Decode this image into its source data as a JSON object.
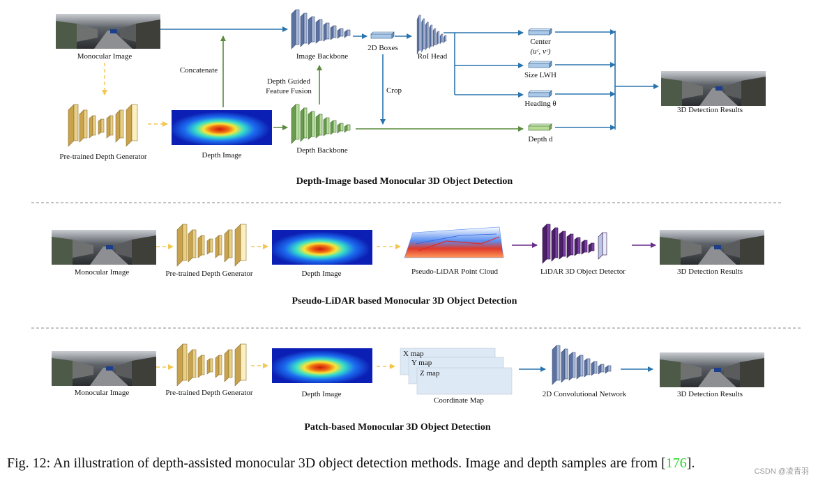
{
  "colors": {
    "blue": "#2a74ae",
    "green": "#5a8a3c",
    "yellow": "#f3c64f",
    "purple": "#6a2c8c",
    "backbone_blue": "#7e93b9",
    "backbone_green": "#8fbf72",
    "generator_gold": "#d6b45f",
    "detector_purple": "#5b2a78",
    "coord_map": "#dde9f4"
  },
  "top": {
    "monocular_image": "Monocular Image",
    "pretrained_depth_generator": "Pre-trained Depth Generator",
    "depth_image": "Depth Image",
    "concatenate": "Concatenate",
    "image_backbone": "Image Backbone",
    "depth_guided_line1": "Depth Guided",
    "depth_guided_line2": "Feature Fusion",
    "depth_backbone": "Depth Backbone",
    "boxes_2d": "2D Boxes",
    "crop": "Crop",
    "roi_head": "RoI Head",
    "center": "Center",
    "center_formula": "(uᶜ, vᶜ)",
    "size": "Size LWH",
    "heading": "Heading θ",
    "depth_d": "Depth d",
    "results": "3D Detection Results",
    "title": "Depth-Image based Monocular 3D Object Detection"
  },
  "middle": {
    "monocular_image": "Monocular Image",
    "pretrained_depth_generator": "Pre-trained Depth Generator",
    "depth_image": "Depth Image",
    "pseudo_lidar": "Pseudo-LiDAR Point Cloud",
    "lidar_detector": "LiDAR 3D Object Detector",
    "results": "3D Detection Results",
    "title": "Pseudo-LiDAR based Monocular 3D Object Detection"
  },
  "bottom": {
    "monocular_image": "Monocular Image",
    "pretrained_depth_generator": "Pre-trained Depth Generator",
    "depth_image": "Depth Image",
    "x_map": "X map",
    "y_map": "Y map",
    "z_map": "Z map",
    "coordinate_map": "Coordinate Map",
    "conv_net": "2D Convolutional Network",
    "results": "3D Detection Results",
    "title": "Patch-based Monocular 3D Object Detection"
  },
  "caption": {
    "text": "Fig. 12: An illustration of depth-assisted monocular 3D object detection methods. Image and depth samples are from [",
    "ref": "176",
    "end": "]."
  },
  "watermark": "CSDN @凌青羽"
}
